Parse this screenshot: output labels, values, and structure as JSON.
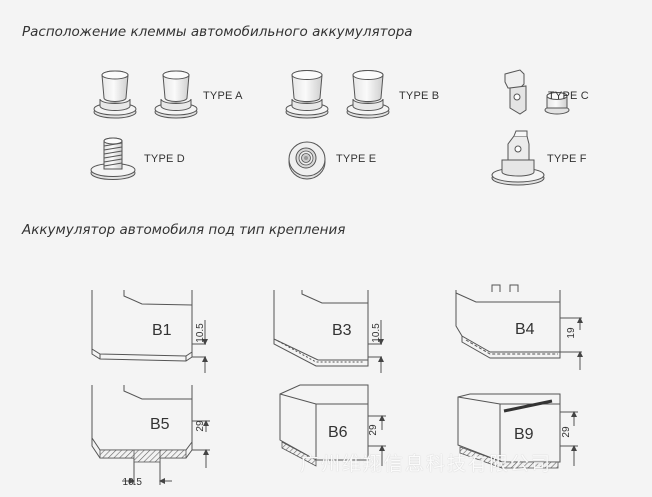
{
  "titles": {
    "terminal_location": "Расположение клеммы автомобильного аккумулятора",
    "mount_type": "Аккумулятор автомобиля под тип крепления"
  },
  "terminal_types": [
    {
      "label": "TYPE A"
    },
    {
      "label": "TYPE B"
    },
    {
      "label": "TYPE C"
    },
    {
      "label": "TYPE D"
    },
    {
      "label": "TYPE E"
    },
    {
      "label": "TYPE F"
    }
  ],
  "mount_types": [
    {
      "code": "B1",
      "dimension": "10.5"
    },
    {
      "code": "B3",
      "dimension": "10.5"
    },
    {
      "code": "B4",
      "dimension": "19"
    },
    {
      "code": "B5",
      "dimension": "29",
      "bottom_dimension": "10.5"
    },
    {
      "code": "B6",
      "dimension": "29"
    },
    {
      "code": "B9",
      "dimension": "29"
    }
  ],
  "watermark": "广州维翔信息科技有限公司",
  "colors": {
    "line": "#555555",
    "fill": "#f2f2f2",
    "shade": "#d8d8d8",
    "background": "#f4f4f4"
  }
}
